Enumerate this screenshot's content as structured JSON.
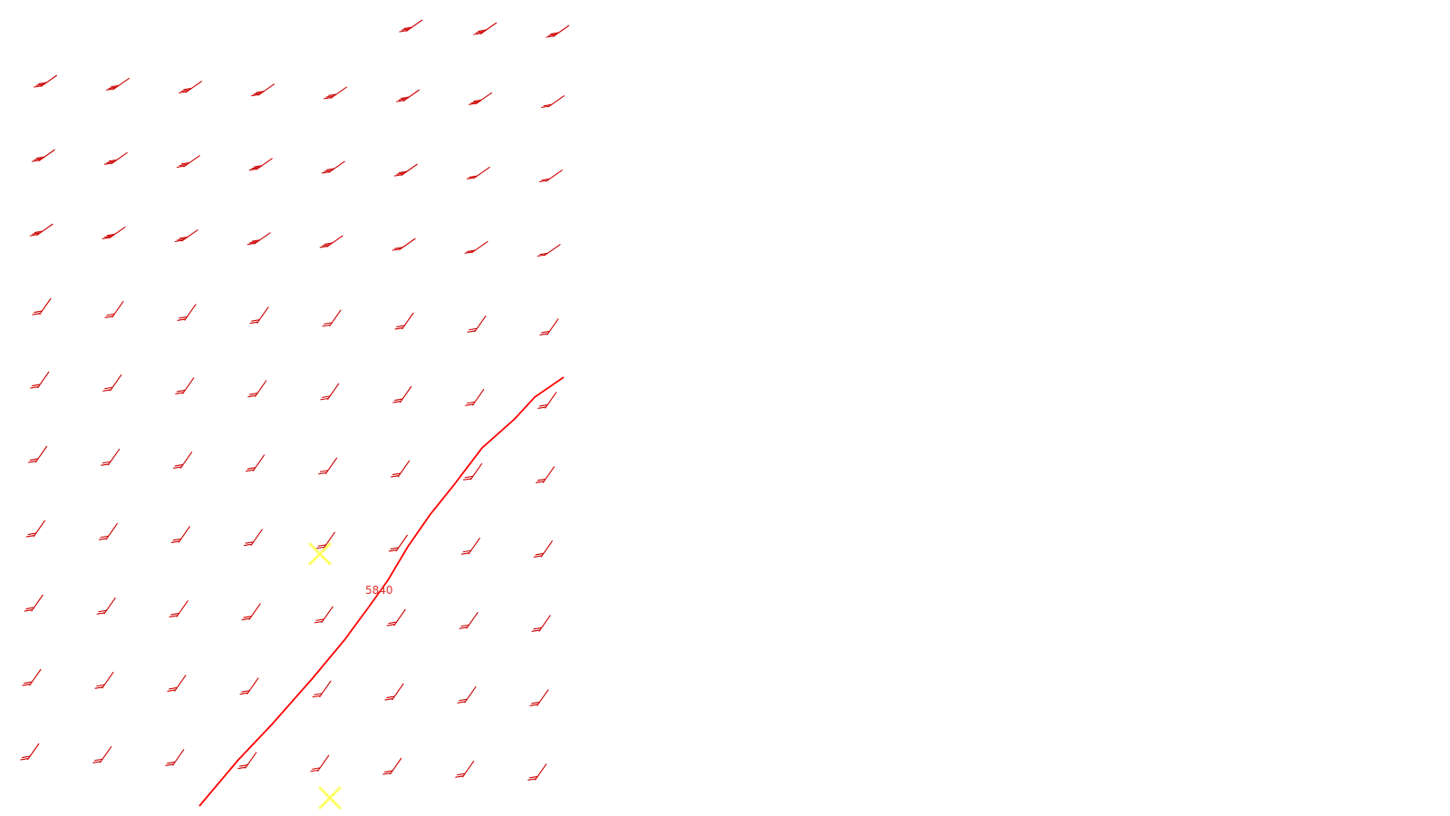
{
  "colors": {
    "background": "#ffffff",
    "wind_barb": "#cc0000",
    "contour_line": "#ff0000",
    "contour_label": "#e03030",
    "marker": "#ffff66"
  },
  "contour": {
    "value_label": "5840"
  },
  "markers": {
    "icon": "x-marker-icon",
    "count": 2
  },
  "wind_barbs": {
    "icon": "wind-barb-icon",
    "rows": 11,
    "columns": 8,
    "barb_counts": [
      [
        3,
        3,
        3
      ],
      [
        3,
        3,
        3,
        3,
        3,
        3,
        3,
        2
      ],
      [
        3,
        3,
        3,
        3,
        3,
        3,
        2,
        2
      ],
      [
        3,
        3,
        3,
        3,
        3,
        2,
        2,
        2
      ],
      [
        2,
        2,
        2,
        2,
        2,
        2,
        2,
        2
      ],
      [
        2,
        2,
        2,
        2,
        2,
        2,
        2,
        2
      ],
      [
        2,
        2,
        2,
        2,
        2,
        2,
        2,
        2
      ],
      [
        2,
        2,
        2,
        2,
        2,
        2,
        2,
        2
      ],
      [
        2,
        2,
        2,
        2,
        2,
        2,
        2,
        2
      ],
      [
        2,
        2,
        2,
        2,
        2,
        2,
        2,
        2
      ],
      [
        2,
        2,
        2,
        2,
        2,
        2,
        2,
        2
      ]
    ]
  }
}
